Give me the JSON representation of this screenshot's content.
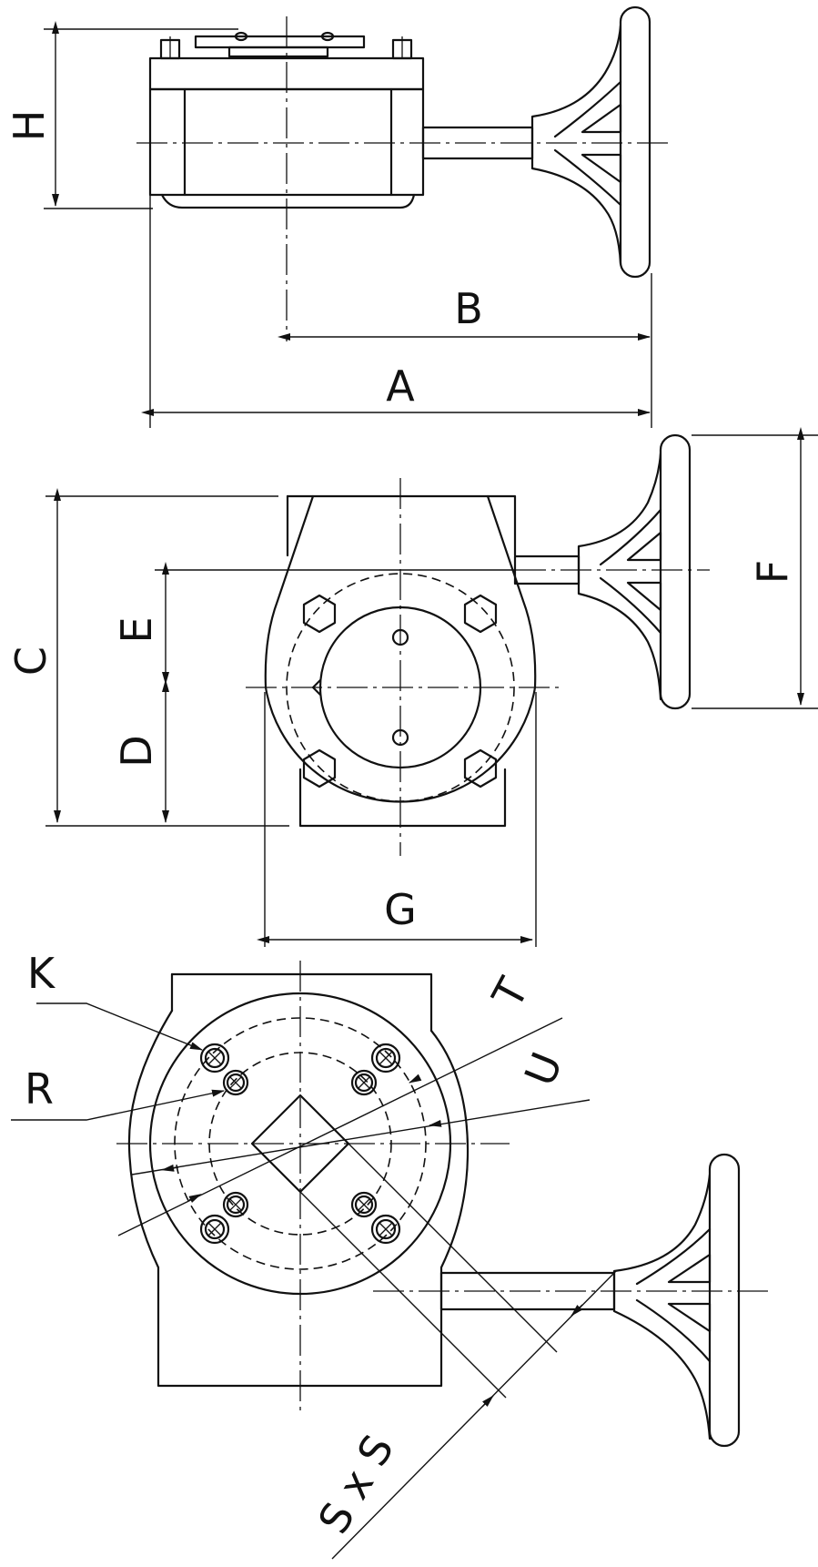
{
  "colors": {
    "line": "#111111",
    "background": "#ffffff"
  },
  "labels": {
    "H": "H",
    "B": "B",
    "A": "A",
    "C": "C",
    "E": "E",
    "D": "D",
    "F": "F",
    "G": "G",
    "K": "K",
    "T": "T",
    "U": "U",
    "R": "R",
    "SxS": "S x S"
  }
}
